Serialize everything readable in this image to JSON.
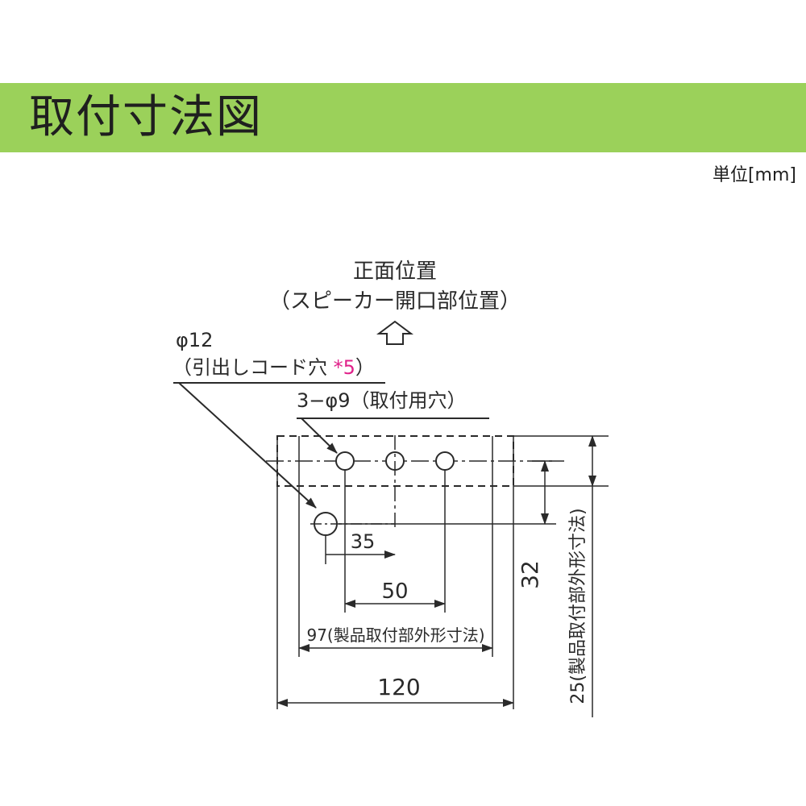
{
  "header": {
    "title": "取付寸法図"
  },
  "unit": "単位[mm]",
  "front": {
    "line1": "正面位置",
    "line2": "（スピーカー開口部位置）"
  },
  "cord_hole": {
    "diameter": "φ12",
    "desc_prefix": "（引出しコード穴 ",
    "note": "*5",
    "desc_suffix": "）"
  },
  "mount_holes": {
    "label": "3−φ9（取付用穴）"
  },
  "dims": {
    "d35": "35",
    "d50": "50",
    "d97": "97(製品取付部外形寸法)",
    "d120": "120",
    "d32": "32",
    "d25": "25(製品取付部外形寸法)"
  },
  "colors": {
    "header_bar": "#9bd15a",
    "note": "#e0218a",
    "lines": "#333333"
  }
}
